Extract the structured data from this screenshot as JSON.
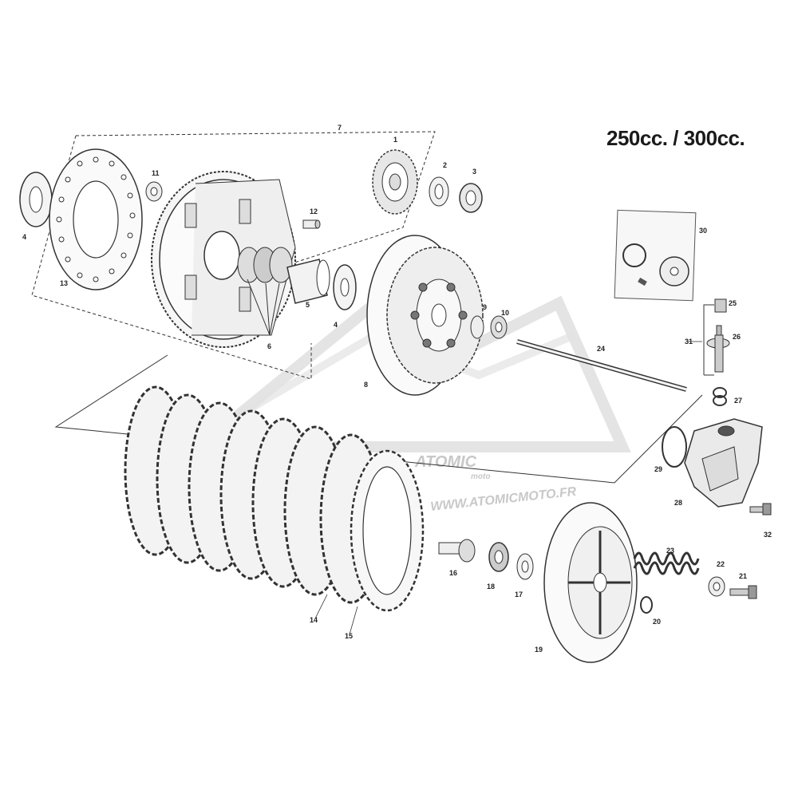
{
  "title": "250cc. / 300cc.",
  "watermark": {
    "brand": "ATOMIC",
    "sub": "moto",
    "url": "WWW.ATOMICMOTO.FR"
  },
  "callouts": {
    "p1": "1",
    "p2": "2",
    "p3": "3",
    "p4a": "4",
    "p4b": "4",
    "p5": "5",
    "p6": "6",
    "p7": "7",
    "p8": "8",
    "p9": "9",
    "p10": "10",
    "p11": "11",
    "p12": "12",
    "p13": "13",
    "p14": "14",
    "p15": "15",
    "p16": "16",
    "p17": "17",
    "p18": "18",
    "p19": "19",
    "p20": "20",
    "p21": "21",
    "p22": "22",
    "p23": "23",
    "p24": "24",
    "p25": "25",
    "p26": "26",
    "p27": "27",
    "p28": "28",
    "p29": "29",
    "p30": "30",
    "p31": "31",
    "p32": "32"
  },
  "colors": {
    "line": "#333333",
    "fill": "#f4f4f4",
    "dark": "#555555",
    "watermark": "#cccccc"
  }
}
